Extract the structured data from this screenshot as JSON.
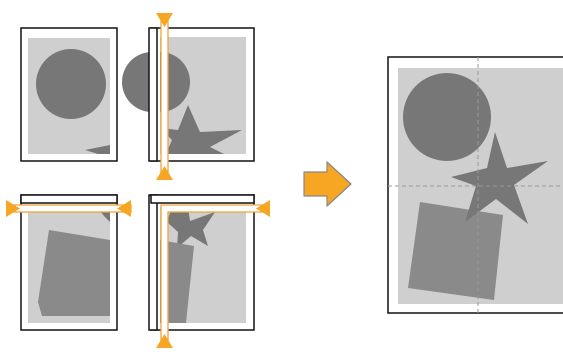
{
  "colors": {
    "background": "#ffffff",
    "page_border": "#111111",
    "image_area": "#cfcfcf",
    "shape": "#777777",
    "shape_square": "#8a8a8a",
    "guide_line": "#f0a33a",
    "arrow_fill": "#f6a623",
    "arrow_stroke": "#ffffff",
    "dashed_line": "#9a9a9a"
  },
  "icons": {
    "merge_arrow": "right-arrow-icon",
    "trim_marker": "triangle-marker-icon"
  },
  "pages": [
    {
      "id": "top-left",
      "role": "tile"
    },
    {
      "id": "top-right",
      "role": "tile"
    },
    {
      "id": "bottom-left",
      "role": "tile"
    },
    {
      "id": "bottom-right",
      "role": "tile"
    }
  ],
  "result": {
    "role": "merged-poster"
  }
}
